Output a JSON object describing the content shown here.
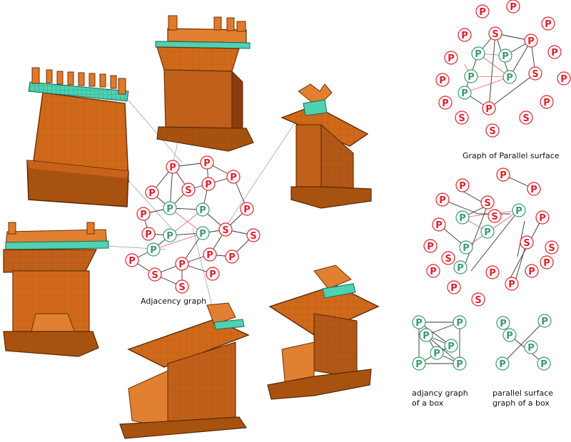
{
  "labels": {
    "adjacency": "Adjacency graph",
    "parallel": "Graph of Parallel surface",
    "box_adj_1": "adjancy graph",
    "box_adj_2": "of a box",
    "box_par_1": "parallel surface",
    "box_par_2": "graph of a box"
  },
  "node_letters": {
    "planar": "P",
    "surface": "S"
  },
  "colors": {
    "wood": "#d9701f",
    "wood_light": "#e8883a",
    "wood_dark": "#8a3e0c",
    "teal": "#4fd1b2",
    "red": "#e0202a",
    "green": "#3a9a6e",
    "edge": "#333333",
    "edge_red": "#e06060"
  },
  "icons": [
    "shrine-model-render"
  ]
}
